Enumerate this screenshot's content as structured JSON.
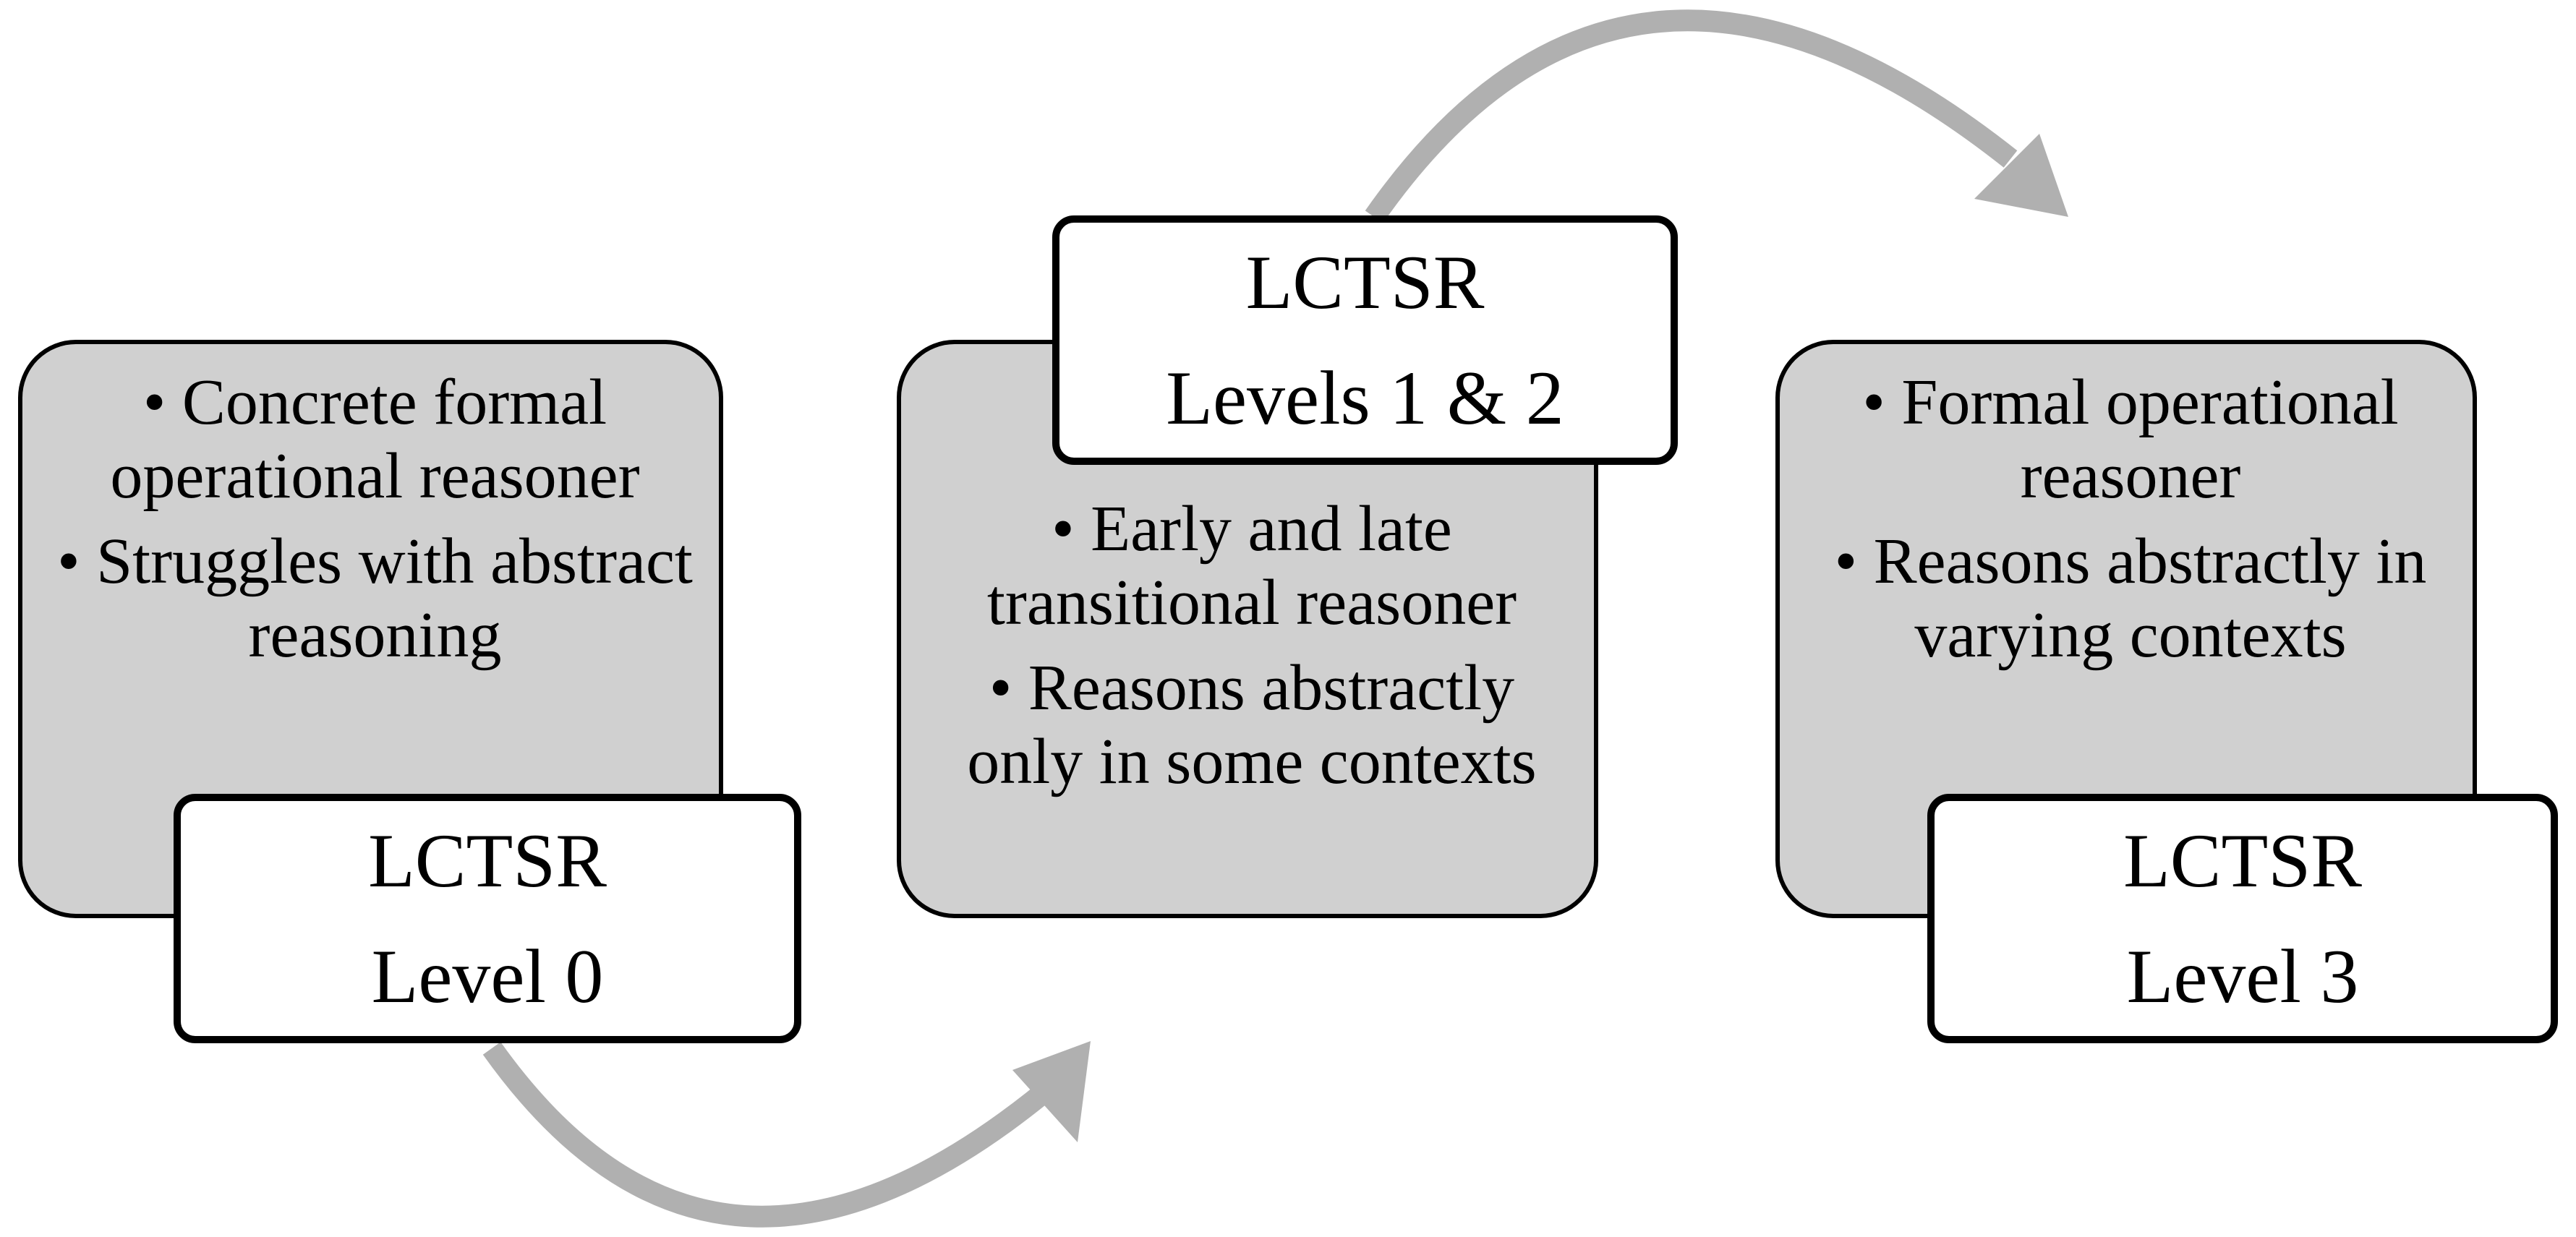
{
  "colors": {
    "card_fill": "#d0d0d0",
    "label_fill": "#ffffff",
    "outline": "#000000",
    "arrow": "#b0b0b0"
  },
  "stages": [
    {
      "label_line1": "LCTSR",
      "label_line2": "Level 0",
      "bullets": [
        "Concrete formal operational reasoner",
        "Struggles with abstract reasoning"
      ]
    },
    {
      "label_line1": "LCTSR",
      "label_line2": "Levels 1 & 2",
      "bullets": [
        "Early and late transitional reasoner",
        "Reasons abstractly only in some contexts"
      ]
    },
    {
      "label_line1": "LCTSR",
      "label_line2": "Level 3",
      "bullets": [
        "Formal operational reasoner",
        "Reasons abstractly in varying contexts"
      ]
    }
  ]
}
